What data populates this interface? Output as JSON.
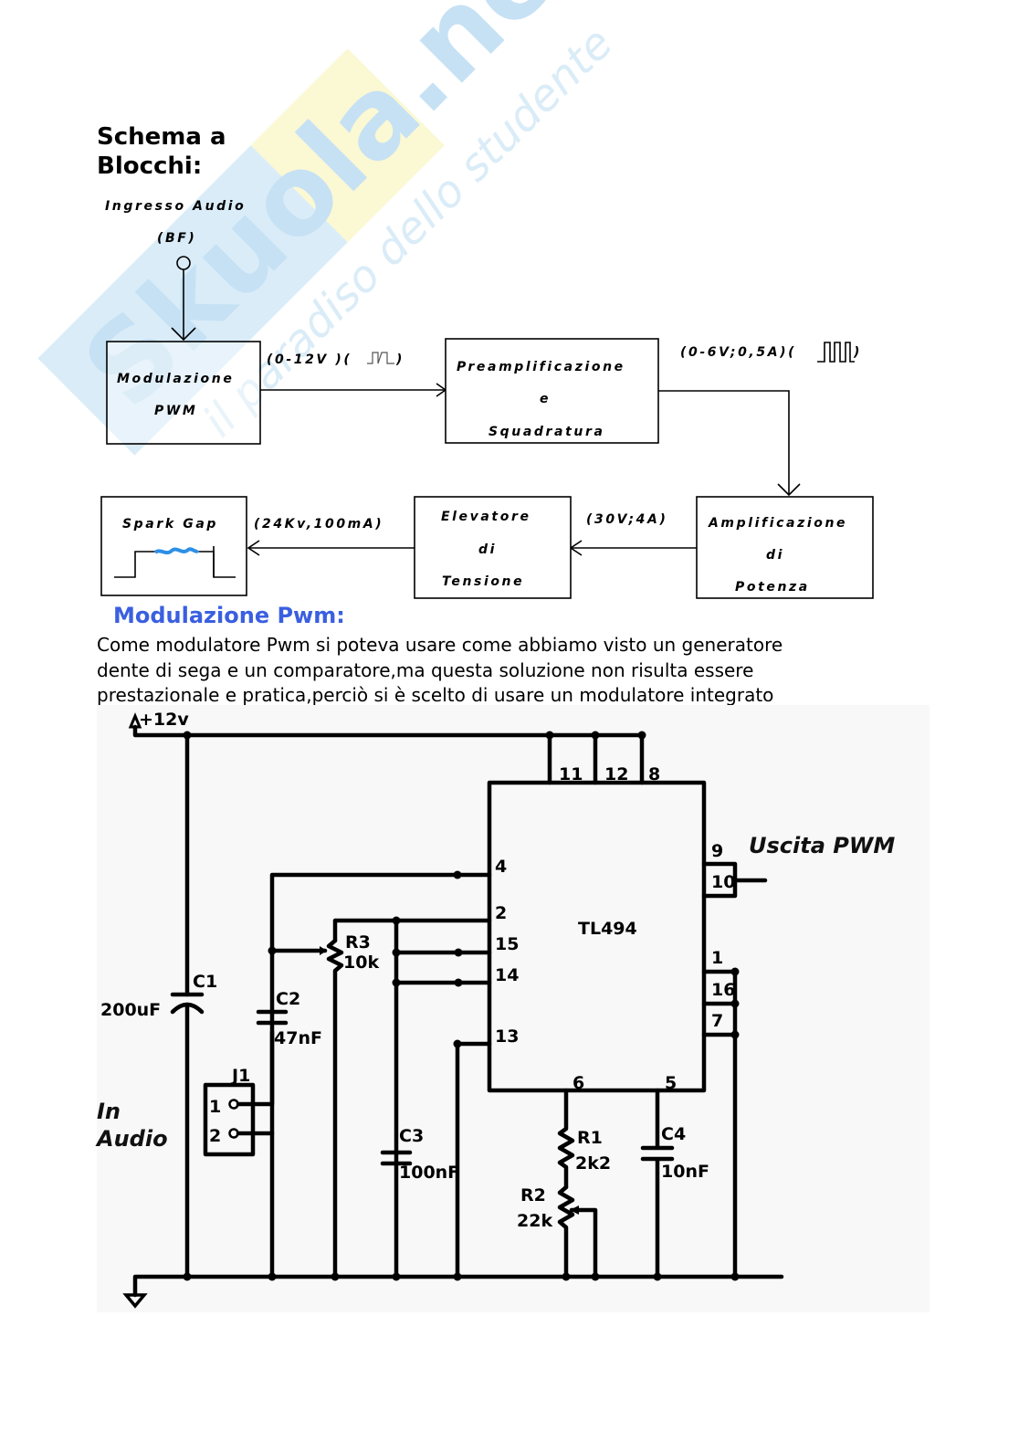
{
  "watermark": {
    "brand": "Skuola.net",
    "tagline": "il paradiso dello studente",
    "colors": {
      "blue": "#d7ebf8",
      "yellow": "#fbf8d2"
    }
  },
  "block_diagram": {
    "title_line1": "Schema a",
    "title_line2": "Blocchi:",
    "input": {
      "label_line1": "Ingresso Audio",
      "label_line2": "(BF)"
    },
    "blocks": [
      {
        "id": "pwm",
        "lines": [
          "Modulazione",
          "PWM"
        ]
      },
      {
        "id": "preamp",
        "lines": [
          "Preamplificazione",
          "e",
          "Squadratura"
        ]
      },
      {
        "id": "power",
        "lines": [
          "Amplificazione",
          "di",
          "Potenza"
        ]
      },
      {
        "id": "boost",
        "lines": [
          "Elevatore",
          "di",
          "Tensione"
        ]
      },
      {
        "id": "spark",
        "lines": [
          "Spark Gap"
        ]
      }
    ],
    "signals": [
      {
        "from": "pwm",
        "to": "preamp",
        "label": "(0-12V )(",
        "label_end": ")"
      },
      {
        "from": "preamp",
        "to": "power",
        "label": "(0-6V;0,5A)(",
        "label_end": ")"
      },
      {
        "from": "power",
        "to": "boost",
        "label": "(30V;4A)"
      },
      {
        "from": "boost",
        "to": "spark",
        "label": "(24Kv,100mA)"
      }
    ],
    "spark_color": "#2e8fe6"
  },
  "section": {
    "title": "Modulazione Pwm:",
    "title_color": "#3a5fe0",
    "paragraph_lines": [
      "Come modulatore Pwm si poteva usare come abbiamo visto un generatore",
      "dente di sega e un comparatore,ma questa soluzione non risulta essere",
      "prestazionale e pratica,perciò si è scelto di usare un modulatore integrato"
    ]
  },
  "schematic": {
    "supply": "+12v",
    "ic": {
      "name": "TL494",
      "pins_top": [
        "11",
        "12",
        "8"
      ],
      "pins_left": [
        "4",
        "2",
        "15",
        "14",
        "13"
      ],
      "pins_right": [
        "9",
        "10",
        "1",
        "16",
        "7"
      ],
      "pins_bottom": [
        "6",
        "5"
      ]
    },
    "output_label": "Uscita PWM",
    "input_label_line1": "In",
    "input_label_line2": "Audio",
    "connector": {
      "ref": "J1",
      "pins": [
        "1",
        "2"
      ]
    },
    "components": [
      {
        "ref": "C1",
        "value": "200uF"
      },
      {
        "ref": "C2",
        "value": "47nF"
      },
      {
        "ref": "R3",
        "value": "10k"
      },
      {
        "ref": "C3",
        "value": "100nF"
      },
      {
        "ref": "R1",
        "value": "2k2"
      },
      {
        "ref": "R2",
        "value": "22k"
      },
      {
        "ref": "C4",
        "value": "10nF"
      }
    ]
  }
}
